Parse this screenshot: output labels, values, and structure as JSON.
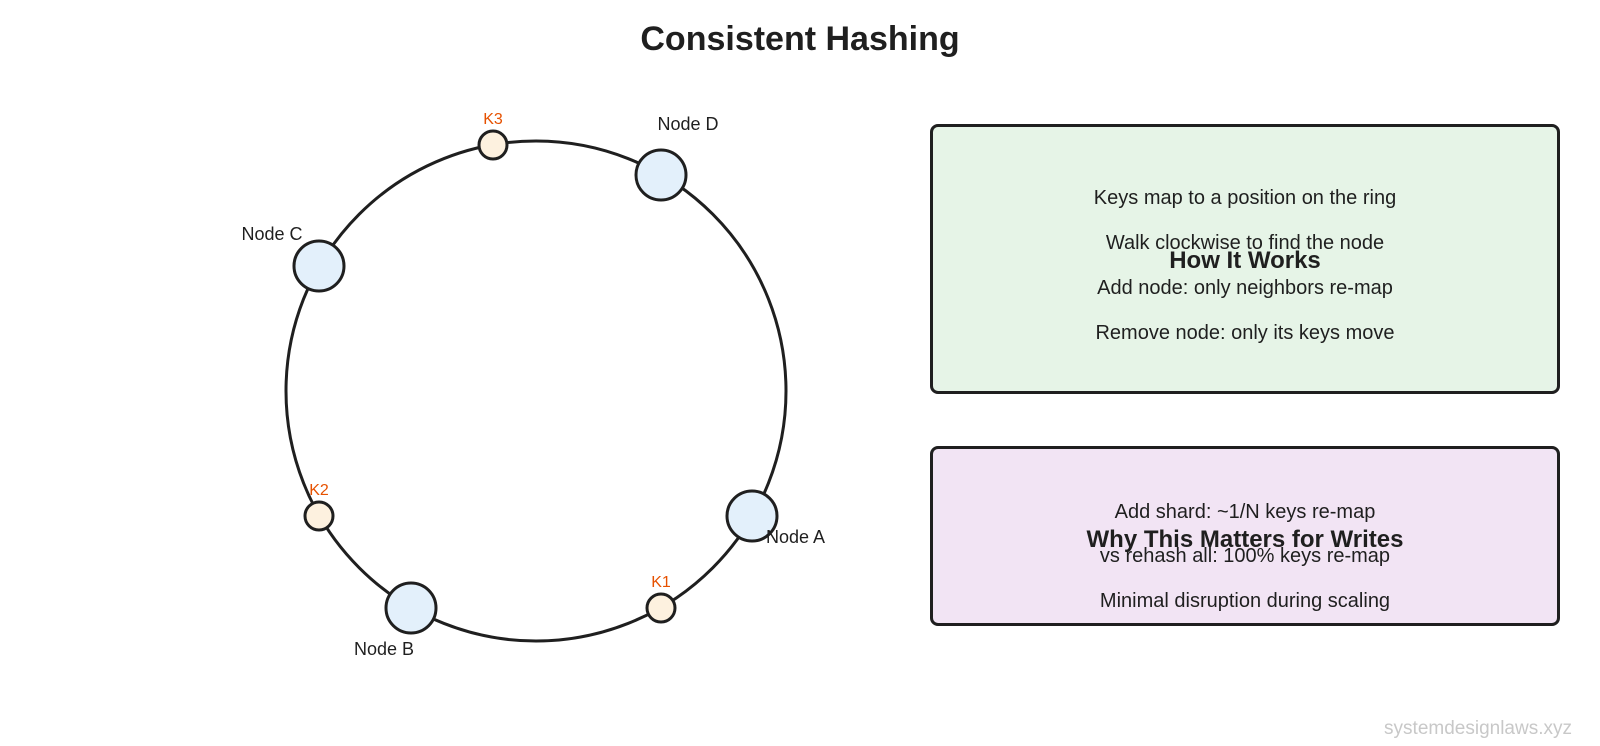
{
  "title": "Consistent Hashing",
  "ring": {
    "nodes": [
      {
        "label": "Node A",
        "angle_deg": 30
      },
      {
        "label": "Node B",
        "angle_deg": 120
      },
      {
        "label": "Node C",
        "angle_deg": 210
      },
      {
        "label": "Node D",
        "angle_deg": 300
      }
    ],
    "keys": [
      {
        "label": "K1",
        "angle_deg": 60
      },
      {
        "label": "K2",
        "angle_deg": 150
      },
      {
        "label": "K3",
        "angle_deg": 260
      }
    ]
  },
  "how_it_works": {
    "title": "How It Works",
    "lines": [
      "Keys map to a position on the ring",
      "Walk clockwise to find the node",
      "Add node: only neighbors re-map",
      "Remove node: only its keys move"
    ]
  },
  "why_matters": {
    "title": "Why This Matters for Writes",
    "lines": [
      "Add shard: ~1/N keys re-map",
      "vs rehash all: 100% keys re-map",
      "Minimal disruption during scaling"
    ]
  },
  "watermark": "systemdesignlaws.xyz",
  "colors": {
    "node_fill": "#e3f0fb",
    "key_fill": "#fdf1df",
    "key_label": "#e65100",
    "stroke": "#1f1f1f",
    "panel_green": "#e6f4e7",
    "panel_purple": "#f2e4f4"
  }
}
